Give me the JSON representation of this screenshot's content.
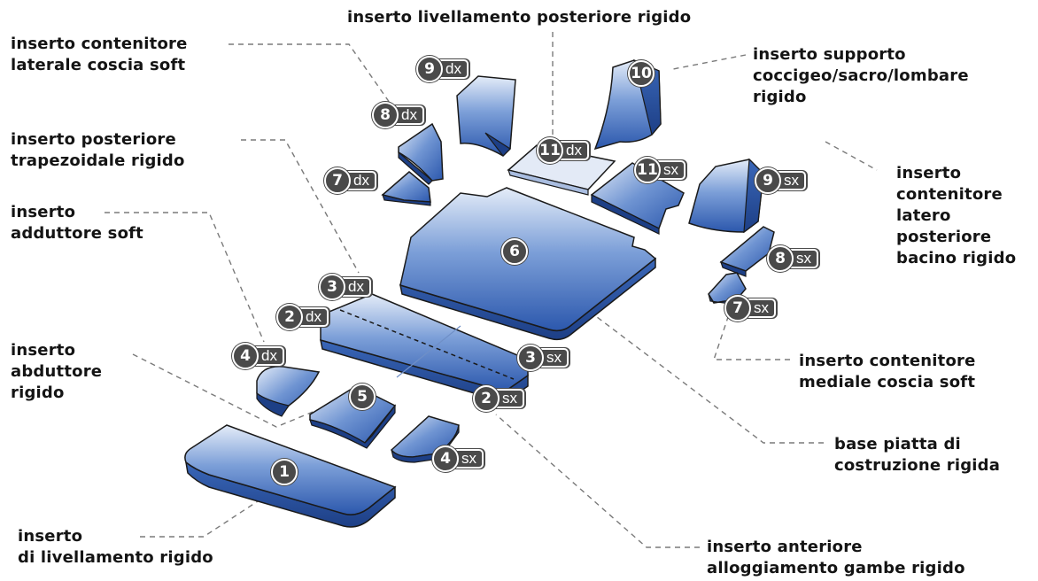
{
  "labels": {
    "lateral_thigh_dx": [
      "inserto contenitore",
      "laterale coscia soft"
    ],
    "posterior_leveling": [
      "inserto livellamento posteriore rigido"
    ],
    "coccygeal_support": [
      "inserto supporto",
      "coccigeo/sacro/lombare",
      "rigido"
    ],
    "trapezoidal": [
      "inserto posteriore",
      "trapezoidale rigido"
    ],
    "adductor": [
      "inserto",
      "adduttore soft"
    ],
    "latero_posterior_pelvis": [
      "inserto",
      "contenitore",
      "latero",
      "posteriore",
      "bacino rigido"
    ],
    "abductor": [
      "inserto",
      "abduttore",
      "rigido"
    ],
    "medial_thigh": [
      "inserto contenitore",
      "mediale coscia soft"
    ],
    "flat_base": [
      "base piatta di",
      "costruzione rigida"
    ],
    "leveling_insert": [
      "inserto",
      "di livellamento rigido"
    ],
    "anterior_legs": [
      "inserto anteriore",
      "alloggiamento gambe rigido"
    ]
  },
  "tags": [
    {
      "id": "9dx",
      "num": "9",
      "side": "dx"
    },
    {
      "id": "10",
      "num": "10",
      "side": ""
    },
    {
      "id": "8dx",
      "num": "8",
      "side": "dx"
    },
    {
      "id": "11dx",
      "num": "11",
      "side": "dx"
    },
    {
      "id": "11sx",
      "num": "11",
      "side": "sx"
    },
    {
      "id": "7dx",
      "num": "7",
      "side": "dx"
    },
    {
      "id": "9sx",
      "num": "9",
      "side": "sx"
    },
    {
      "id": "6",
      "num": "6",
      "side": ""
    },
    {
      "id": "8sx",
      "num": "8",
      "side": "sx"
    },
    {
      "id": "3dx",
      "num": "3",
      "side": "dx"
    },
    {
      "id": "7sx",
      "num": "7",
      "side": "sx"
    },
    {
      "id": "2dx",
      "num": "2",
      "side": "dx"
    },
    {
      "id": "4dx",
      "num": "4",
      "side": "dx"
    },
    {
      "id": "3sx",
      "num": "3",
      "side": "sx"
    },
    {
      "id": "5",
      "num": "5",
      "side": ""
    },
    {
      "id": "2sx",
      "num": "2",
      "side": "sx"
    },
    {
      "id": "4sx",
      "num": "4",
      "side": "sx"
    },
    {
      "id": "1",
      "num": "1",
      "side": ""
    }
  ],
  "colors": {
    "piece_light": "#dfe8f7",
    "piece_dark": "#2c58ad",
    "edge": "#1a1a1a",
    "leader": "#7a7a7a",
    "tag_bg": "#4a4a4a"
  }
}
